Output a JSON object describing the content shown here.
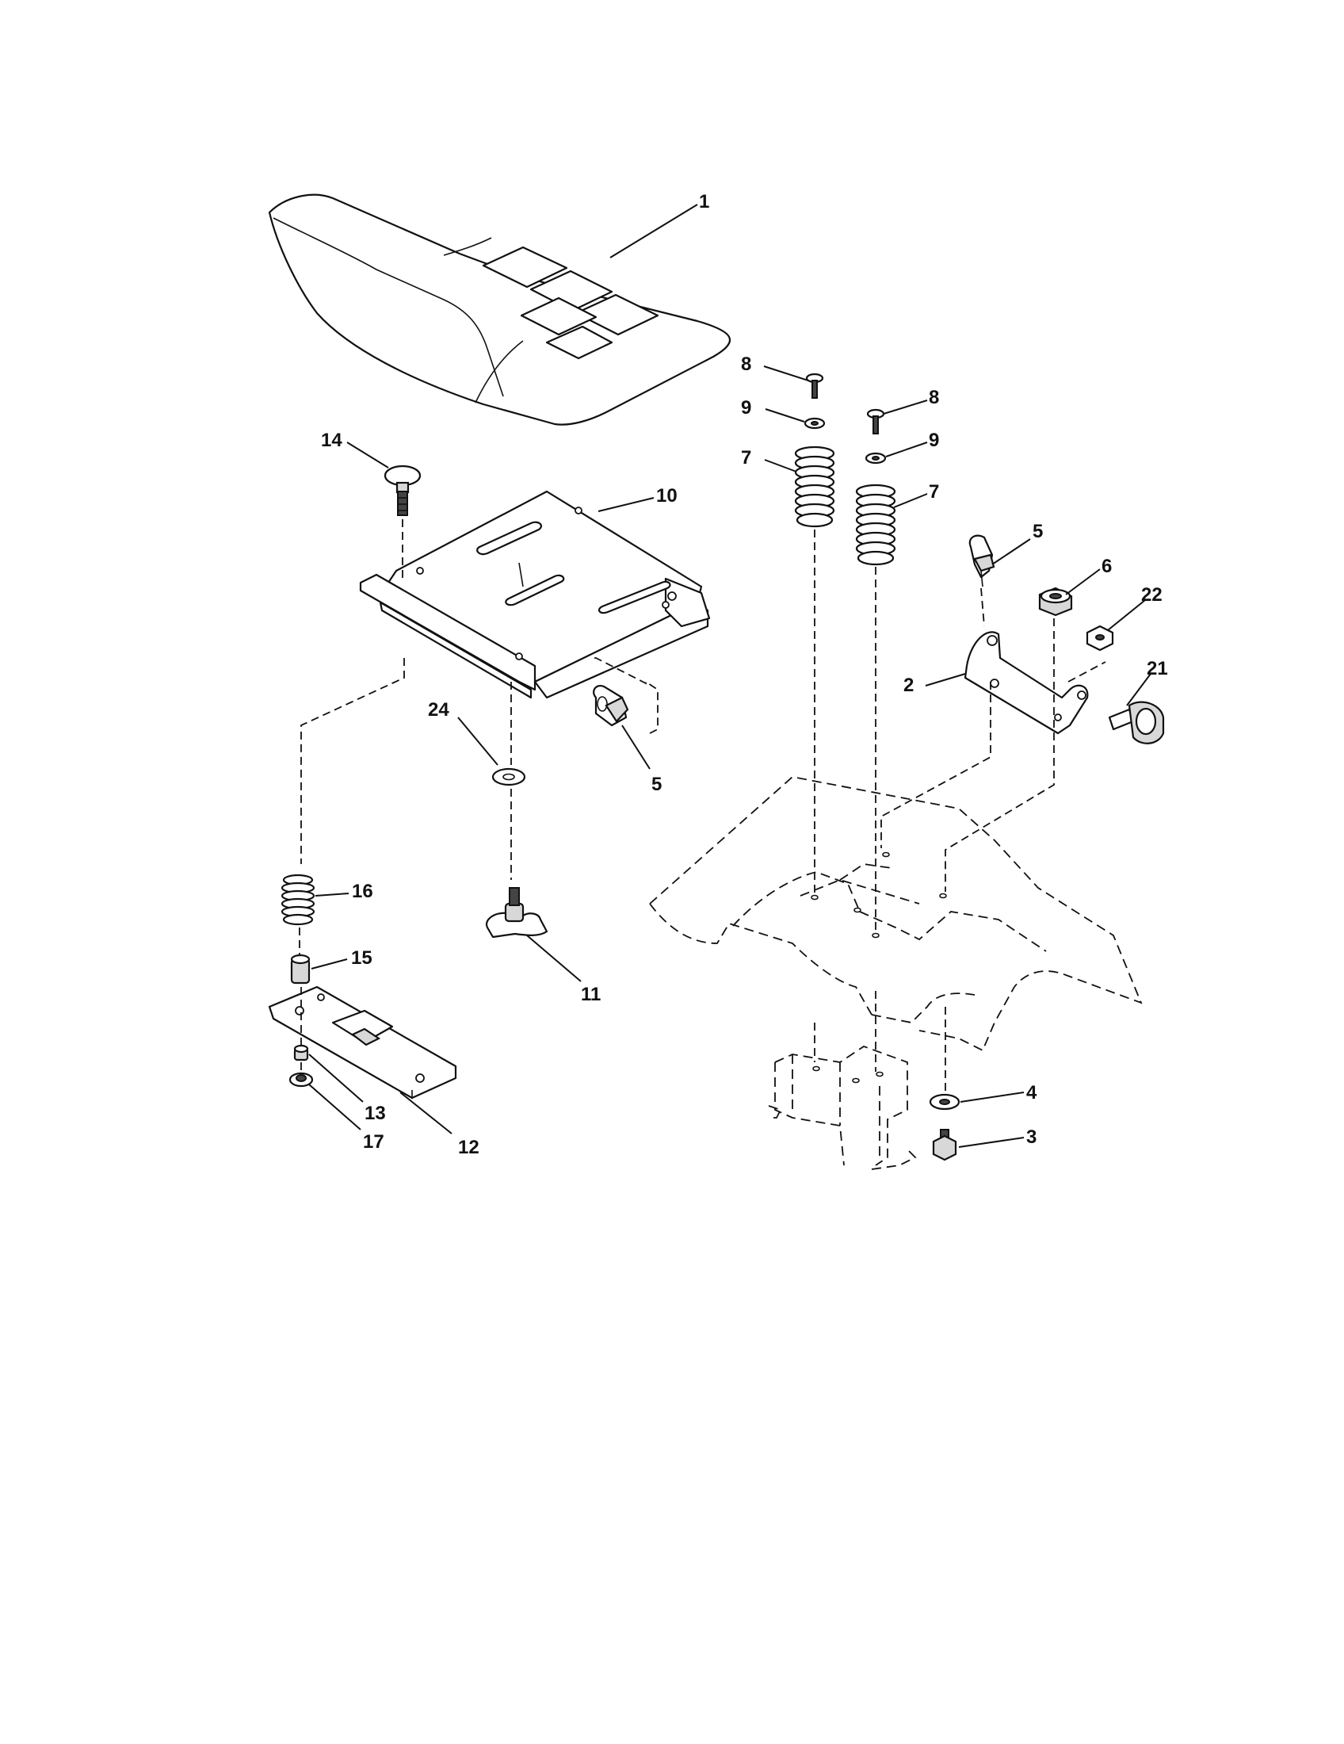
{
  "diagram": {
    "callouts": {
      "c1": "1",
      "c2": "2",
      "c3": "3",
      "c4": "4",
      "c5a": "5",
      "c5b": "5",
      "c6": "6",
      "c7a": "7",
      "c7b": "7",
      "c8a": "8",
      "c8b": "8",
      "c9a": "9",
      "c9b": "9",
      "c10": "10",
      "c11": "11",
      "c12": "12",
      "c13": "13",
      "c14": "14",
      "c15": "15",
      "c16": "16",
      "c17": "17",
      "c21": "21",
      "c22": "22",
      "c24": "24"
    }
  }
}
